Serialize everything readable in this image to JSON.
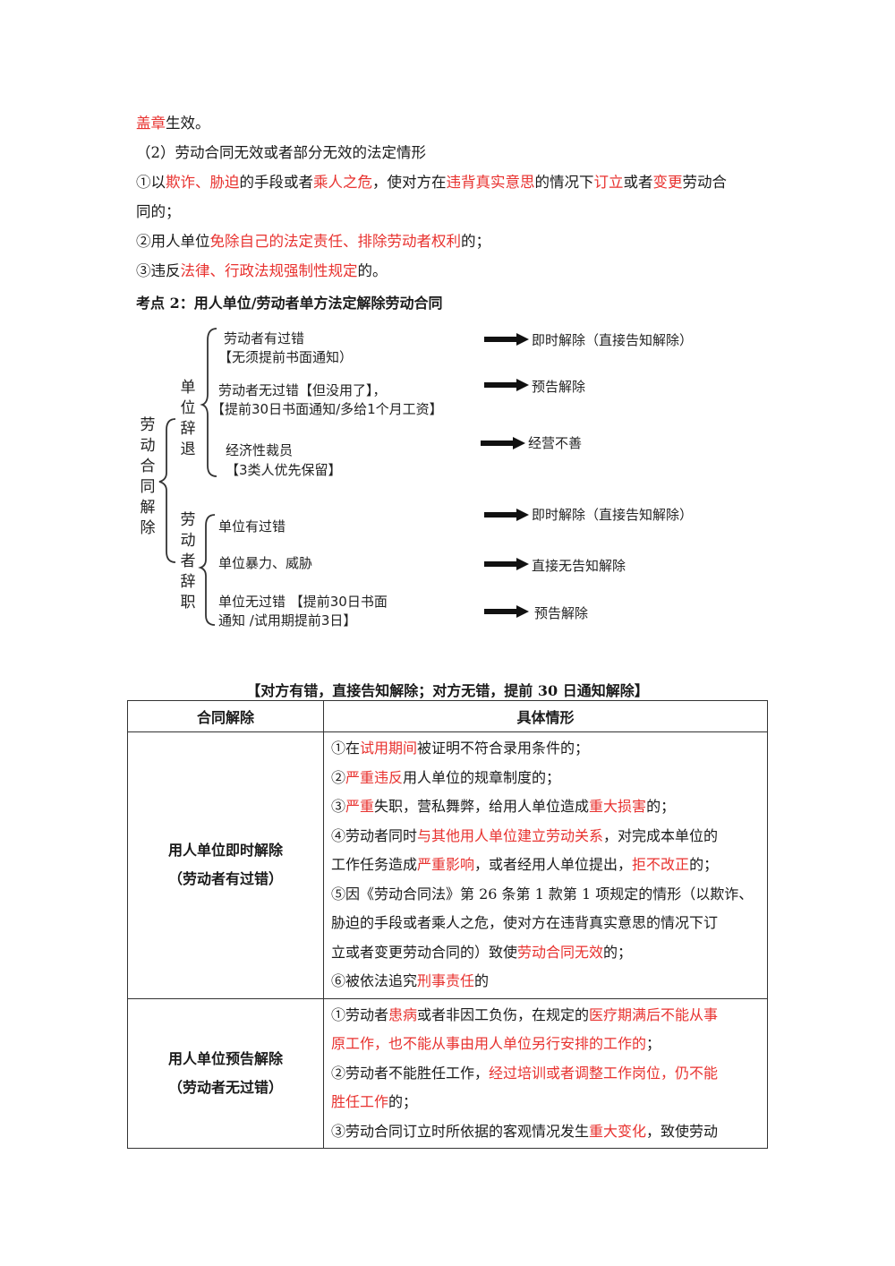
{
  "lines": {
    "l1": [
      {
        "t": "盖章",
        "red": true
      },
      {
        "t": "生效。"
      }
    ],
    "l2": [
      {
        "t": "（2）劳动合同无效或者部分无效的法定情形"
      }
    ],
    "l3": [
      {
        "t": "①以"
      },
      {
        "t": "欺诈、胁迫",
        "red": true
      },
      {
        "t": "的手段或者"
      },
      {
        "t": "乘人之危",
        "red": true
      },
      {
        "t": "，使对方在"
      },
      {
        "t": "违背真实意思",
        "red": true
      },
      {
        "t": "的情况下"
      },
      {
        "t": "订立",
        "red": true
      },
      {
        "t": "或者"
      },
      {
        "t": "变更",
        "red": true
      },
      {
        "t": "劳动合"
      }
    ],
    "l4": [
      {
        "t": "同的；"
      }
    ],
    "l5": [
      {
        "t": "②用人单位"
      },
      {
        "t": "免除自己的法定责任、排除劳动者权利",
        "red": true
      },
      {
        "t": "的；"
      }
    ],
    "l6": [
      {
        "t": "③违反"
      },
      {
        "t": "法律、行政法规强制性规定",
        "red": true
      },
      {
        "t": "的。"
      }
    ]
  },
  "heading": "考点 2：用人单位/劳动者单方法定解除劳动合同",
  "diagram": {
    "root": "劳动合同解除",
    "branch1": "单位辞退",
    "branch2": "劳动者辞职",
    "items": {
      "a1": "劳动者有过错",
      "a2": "【无须提前书面通知）",
      "b1": "劳动者无过错【但没用了】，",
      "b2": "【提前30日书面通知/多给1个月工资】",
      "c1": "经济性裁员",
      "c2": "【3类人优先保留】",
      "d1": "单位有过错",
      "e1": "单位暴力、威胁",
      "f1": "单位无过错  【提前30日书面",
      "f2": "通知 /试用期提前3日】"
    },
    "results": {
      "r1": "即时解除（直接告知解除）",
      "r2": "预告解除",
      "r3": "经营不善",
      "r4": "即时解除（直接告知解除）",
      "r5": "直接无告知解除",
      "r6": "预告解除"
    }
  },
  "table": {
    "caption": "【对方有错，直接告知解除；对方无错，提前 30 日通知解除】",
    "headers": [
      "合同解除",
      "具体情形"
    ],
    "rows": [
      {
        "label1": "用人单位即时解除",
        "label2": "（劳动者有过错）",
        "lines": [
          [
            {
              "t": "①在"
            },
            {
              "t": "试用期间",
              "red": true
            },
            {
              "t": "被证明不符合录用条件的；"
            }
          ],
          [
            {
              "t": "②"
            },
            {
              "t": "严重违反",
              "red": true
            },
            {
              "t": "用人单位的规章制度的；"
            }
          ],
          [
            {
              "t": "③"
            },
            {
              "t": "严重",
              "red": true
            },
            {
              "t": "失职，营私舞弊，给用人单位造成"
            },
            {
              "t": "重大损害",
              "red": true
            },
            {
              "t": "的；"
            }
          ],
          [
            {
              "t": "④劳动者同时"
            },
            {
              "t": "与其他用人单位建立劳动关系",
              "red": true
            },
            {
              "t": "，对完成本单位的"
            }
          ],
          [
            {
              "t": "工作任务造成"
            },
            {
              "t": "严重影响",
              "red": true
            },
            {
              "t": "，或者经用人单位提出，"
            },
            {
              "t": "拒不改正",
              "red": true
            },
            {
              "t": "的；"
            }
          ],
          [
            {
              "t": "⑤因《劳动合同法》第 26 条第 1 款第 1 项规定的情形（以欺诈、"
            }
          ],
          [
            {
              "t": "胁迫的手段或者乘人之危，使对方在违背真实意思的情况下订"
            }
          ],
          [
            {
              "t": "立或者变更劳动合同的）致使"
            },
            {
              "t": "劳动合同无效",
              "red": true
            },
            {
              "t": "的；"
            }
          ],
          [
            {
              "t": "⑥被依法追究"
            },
            {
              "t": "刑事责任",
              "red": true
            },
            {
              "t": "的"
            }
          ]
        ]
      },
      {
        "label1": "用人单位预告解除",
        "label2": "（劳动者无过错）",
        "lines": [
          [
            {
              "t": "①劳动者"
            },
            {
              "t": "患病",
              "red": true
            },
            {
              "t": "或者非因工负伤，在规定的"
            },
            {
              "t": "医疗期满后不能从事",
              "red": true
            }
          ],
          [
            {
              "t": "原工作，也不能从事由用人单位另行安排的工作的",
              "red": true
            },
            {
              "t": "；"
            }
          ],
          [
            {
              "t": "②劳动者不能胜任工作，"
            },
            {
              "t": "经过培训或者调整工作岗位，仍不能",
              "red": true
            }
          ],
          [
            {
              "t": "胜任工作",
              "red": true
            },
            {
              "t": "的；"
            }
          ],
          [
            {
              "t": "③劳动合同订立时所依据的客观情况发生"
            },
            {
              "t": "重大变化",
              "red": true
            },
            {
              "t": "，致使劳动"
            }
          ]
        ]
      }
    ]
  }
}
